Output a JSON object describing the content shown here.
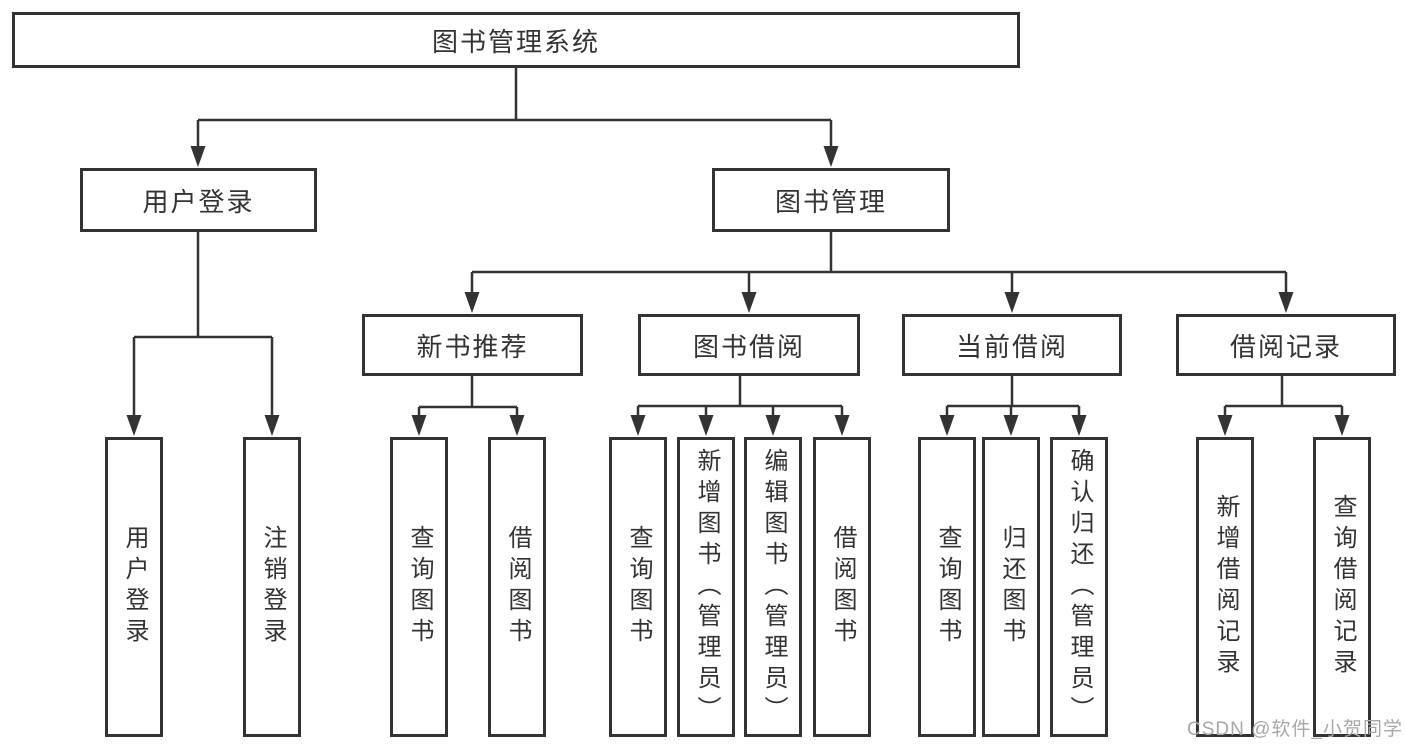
{
  "colors": {
    "line": "#333333",
    "box_border": "#333333",
    "text": "#333333",
    "watermark": "#a8a8a8",
    "background": "#ffffff"
  },
  "watermark": {
    "text": "CSDN @软件_小贺同学"
  },
  "tree": {
    "label": "图书管理系统",
    "children": [
      {
        "label": "用户登录",
        "children": [
          {
            "label": "用户登录"
          },
          {
            "label": "注销登录"
          }
        ]
      },
      {
        "label": "图书管理",
        "children": [
          {
            "label": "新书推荐",
            "children": [
              {
                "label": "查询图书"
              },
              {
                "label": "借阅图书"
              }
            ]
          },
          {
            "label": "图书借阅",
            "children": [
              {
                "label": "查询图书"
              },
              {
                "label": "新增图书（管理员）"
              },
              {
                "label": "编辑图书（管理员）"
              },
              {
                "label": "借阅图书"
              }
            ]
          },
          {
            "label": "当前借阅",
            "children": [
              {
                "label": "查询图书"
              },
              {
                "label": "归还图书"
              },
              {
                "label": "确认归还（管理员）"
              }
            ]
          },
          {
            "label": "借阅记录",
            "children": [
              {
                "label": "新增借阅记录"
              },
              {
                "label": "查询借阅记录"
              }
            ]
          }
        ]
      }
    ]
  }
}
